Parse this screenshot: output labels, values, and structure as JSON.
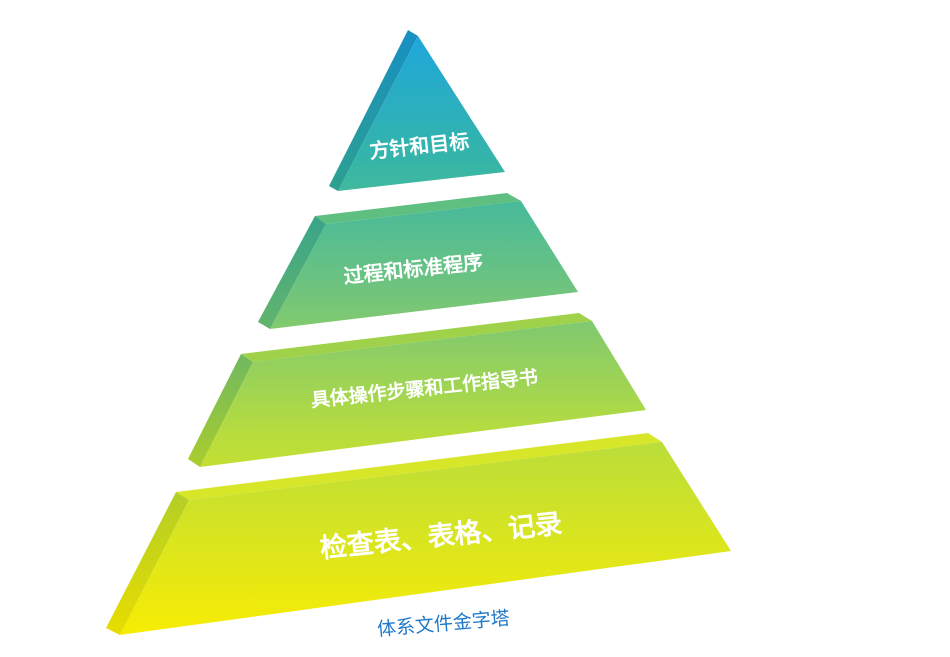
{
  "diagram": {
    "tiers": [
      {
        "label": "方针和目标"
      },
      {
        "label": "过程和标准程序"
      },
      {
        "label": "具体操作步骤和工作指导书"
      },
      {
        "label": "检查表、表格、记录"
      }
    ],
    "caption": "体系文件金字塔",
    "colors": {
      "top_blue": "#1ea6dd",
      "teal": "#35b5a8",
      "green": "#74c57a",
      "lime": "#b9dd3c",
      "yellow": "#f6ec05",
      "side_shade": "rgba(0,0,0,0.12)",
      "label_text": "#ffffff",
      "caption_text": "#1f78c8"
    }
  }
}
